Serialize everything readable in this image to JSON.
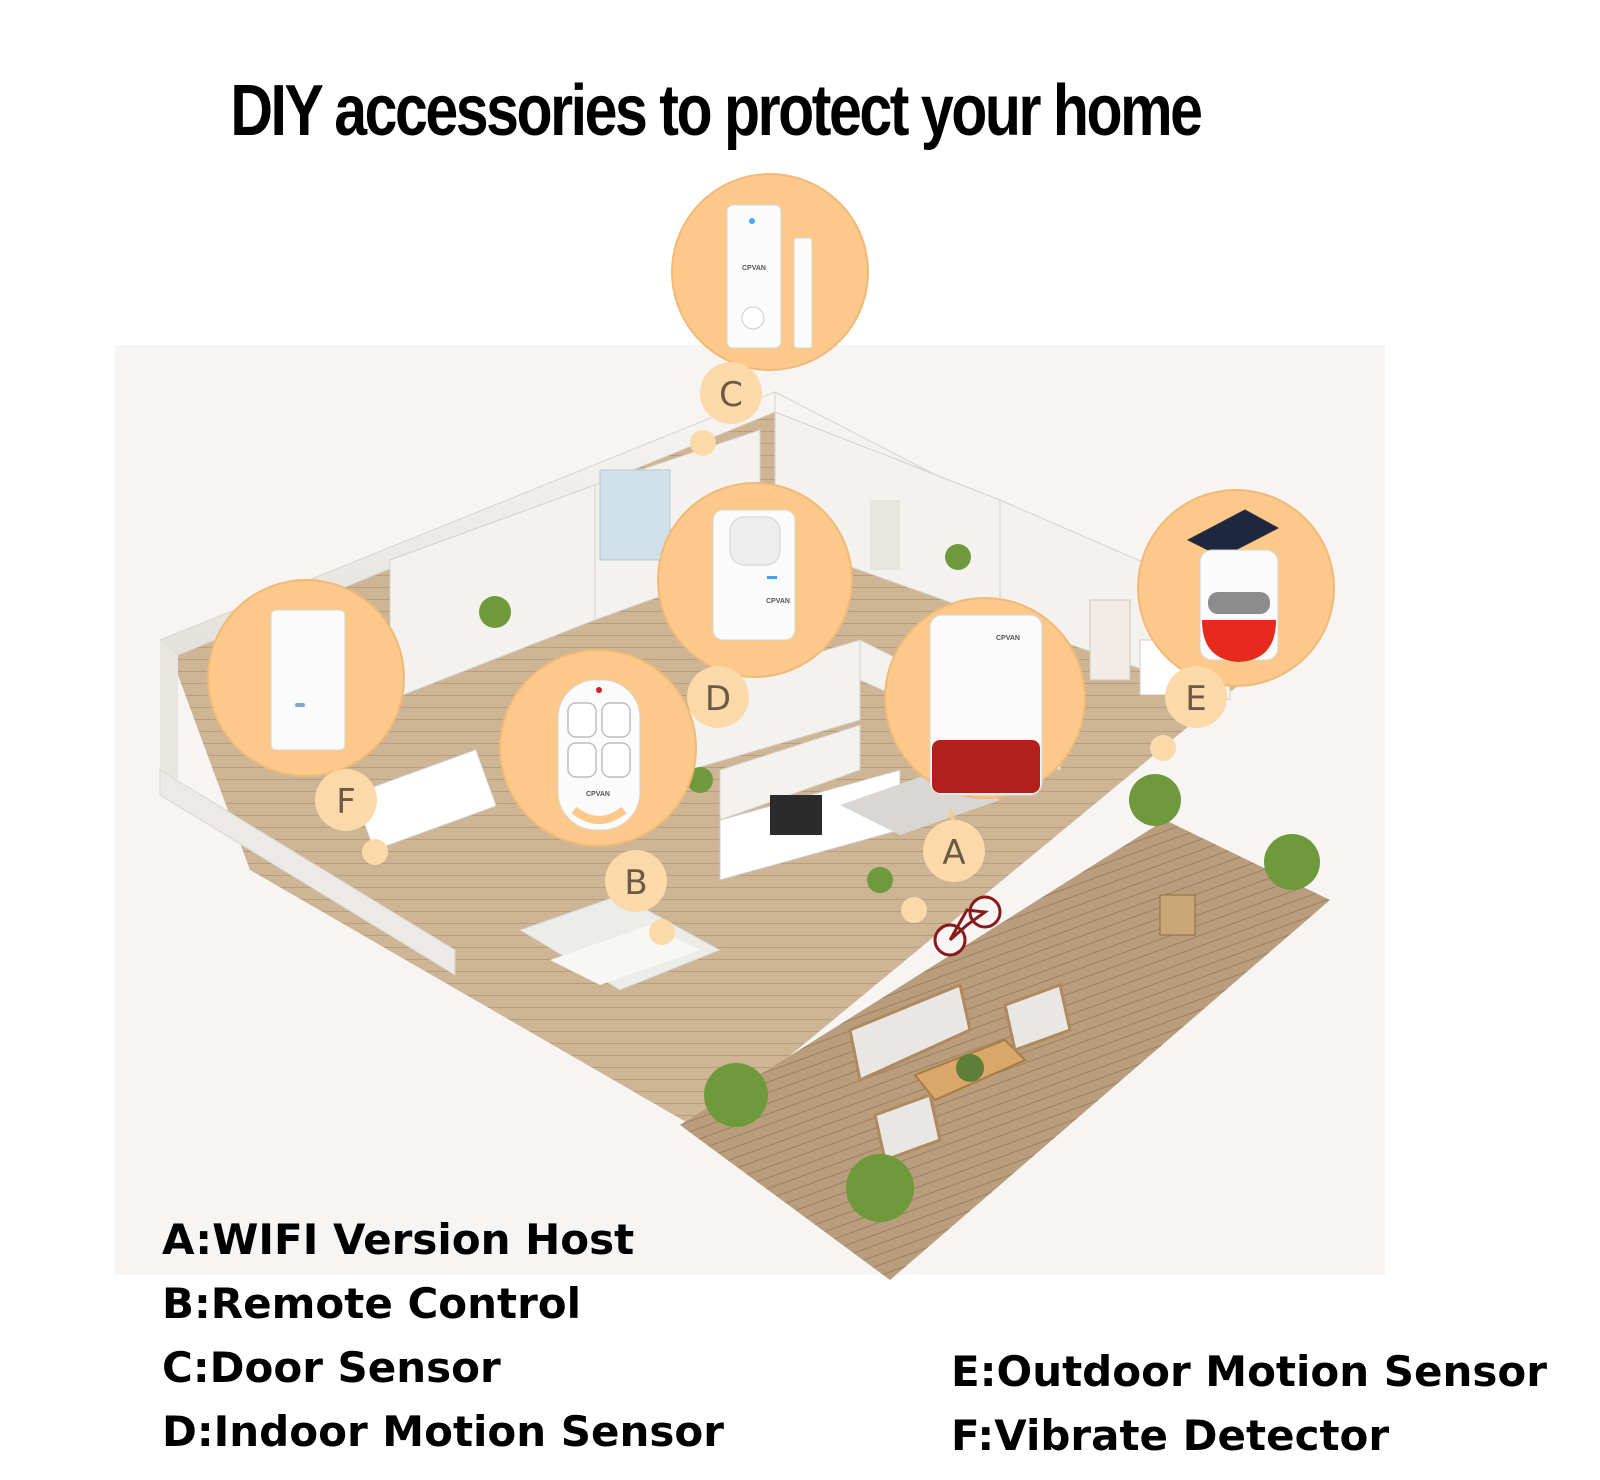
{
  "title": "DIY accessories to protect your home",
  "badges": {
    "a": "A",
    "b": "B",
    "c": "C",
    "d": "D",
    "e": "E",
    "f": "F"
  },
  "brand": "CPVAN",
  "legend": {
    "left": [
      "A:WIFI Version Host",
      "B:Remote Control",
      "C:Door Sensor",
      "D:Indoor Motion Sensor"
    ],
    "right": [
      "E:Outdoor Motion Sensor",
      "F:Vibrate Detector"
    ]
  },
  "colors": {
    "callout_fill": "#fcc98a",
    "badge_fill": "#fcd9a8",
    "floor_wood": "#c9b08e",
    "deck_wood": "#b59a7a",
    "wall": "#f3f1ee",
    "siren_red": "#b3201c"
  }
}
